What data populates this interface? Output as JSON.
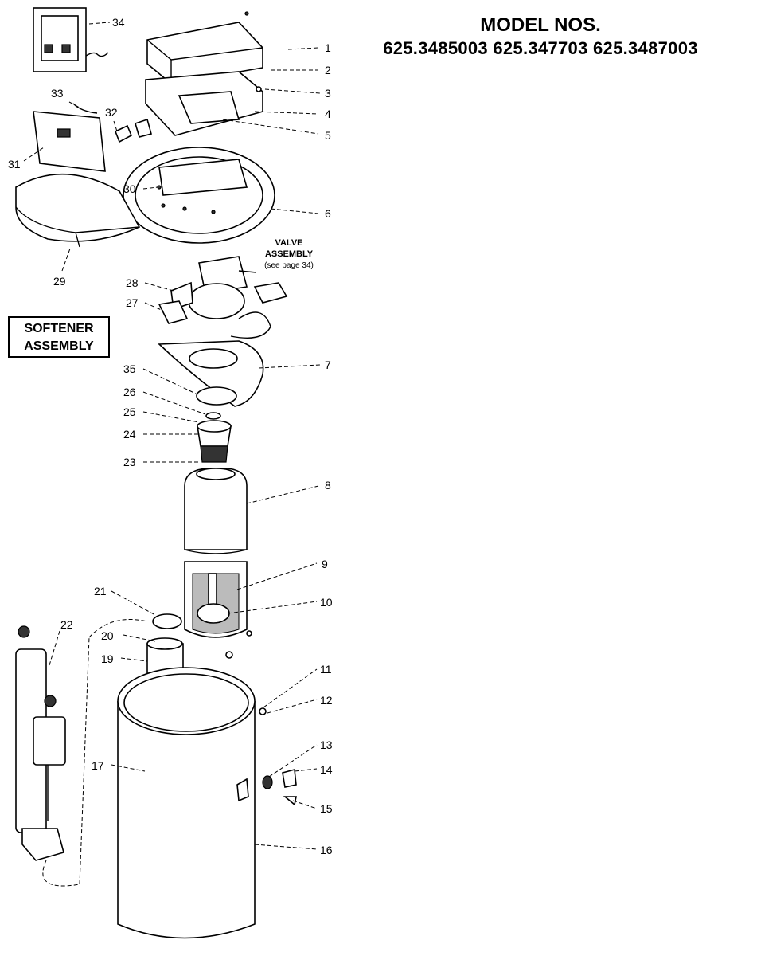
{
  "heading": {
    "title": "MODEL NOS.",
    "numbers": "625.3485003  625.347703  625.3487003"
  },
  "assembly_label": {
    "line1": "SOFTENER",
    "line2": "ASSEMBLY"
  },
  "valve_label": {
    "line1": "VALVE",
    "line2": "ASSEMBLY",
    "line3": "(see page 34)"
  },
  "callouts": {
    "p1": "1",
    "p2": "2",
    "p3": "3",
    "p4": "4",
    "p5": "5",
    "p6": "6",
    "p7": "7",
    "p8": "8",
    "p9": "9",
    "p10": "10",
    "p11": "11",
    "p12": "12",
    "p13": "13",
    "p14": "14",
    "p15": "15",
    "p16": "16",
    "p17": "17",
    "p19": "19",
    "p20": "20",
    "p21": "21",
    "p22": "22",
    "p23": "23",
    "p24": "24",
    "p25": "25",
    "p26": "26",
    "p27": "27",
    "p28": "28",
    "p29": "29",
    "p30": "30",
    "p31": "31",
    "p32": "32",
    "p33": "33",
    "p34": "34",
    "p35": "35"
  }
}
